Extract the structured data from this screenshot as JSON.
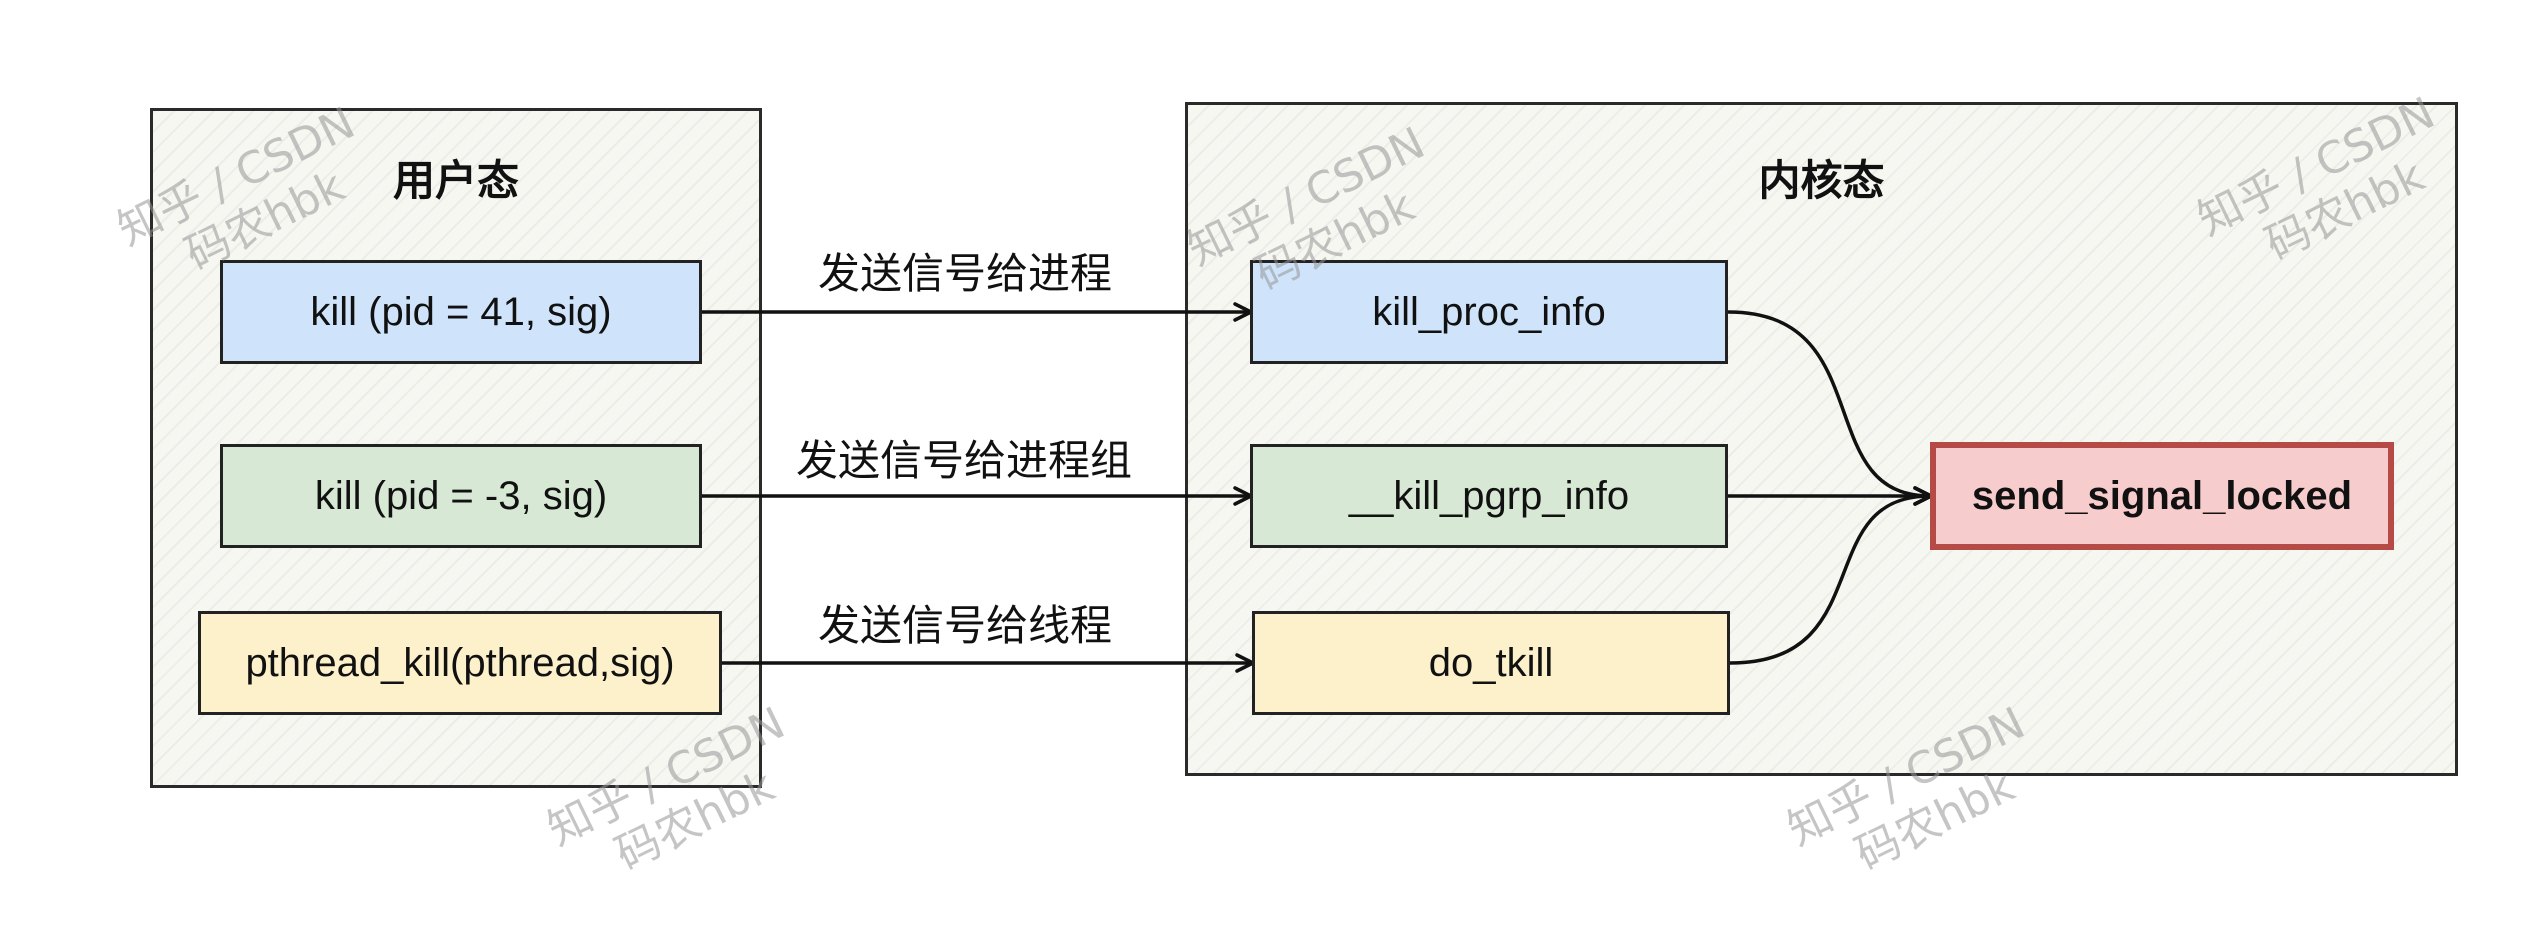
{
  "user_space": {
    "title": "用户态",
    "calls": [
      {
        "label": "kill (pid = 41, sig)"
      },
      {
        "label": "kill (pid = -3, sig)"
      },
      {
        "label": "pthread_kill(pthread,sig)"
      }
    ]
  },
  "kernel_space": {
    "title": "内核态",
    "functions": [
      {
        "label": "kill_proc_info"
      },
      {
        "label": "__kill_pgrp_info"
      },
      {
        "label": "do_tkill"
      }
    ],
    "target": {
      "label": "send_signal_locked"
    }
  },
  "edges": [
    {
      "label": "发送信号给进程"
    },
    {
      "label": "发送信号给进程组"
    },
    {
      "label": "发送信号给线程"
    }
  ],
  "watermark": {
    "line1": "知乎 / CSDN",
    "line2": "码农hbk"
  },
  "colors": {
    "blue": "#cfe4fb",
    "green": "#d7e9d4",
    "yellow": "#fdf1cc",
    "red_fill": "#f7cccc",
    "red_border": "#b54a47"
  }
}
